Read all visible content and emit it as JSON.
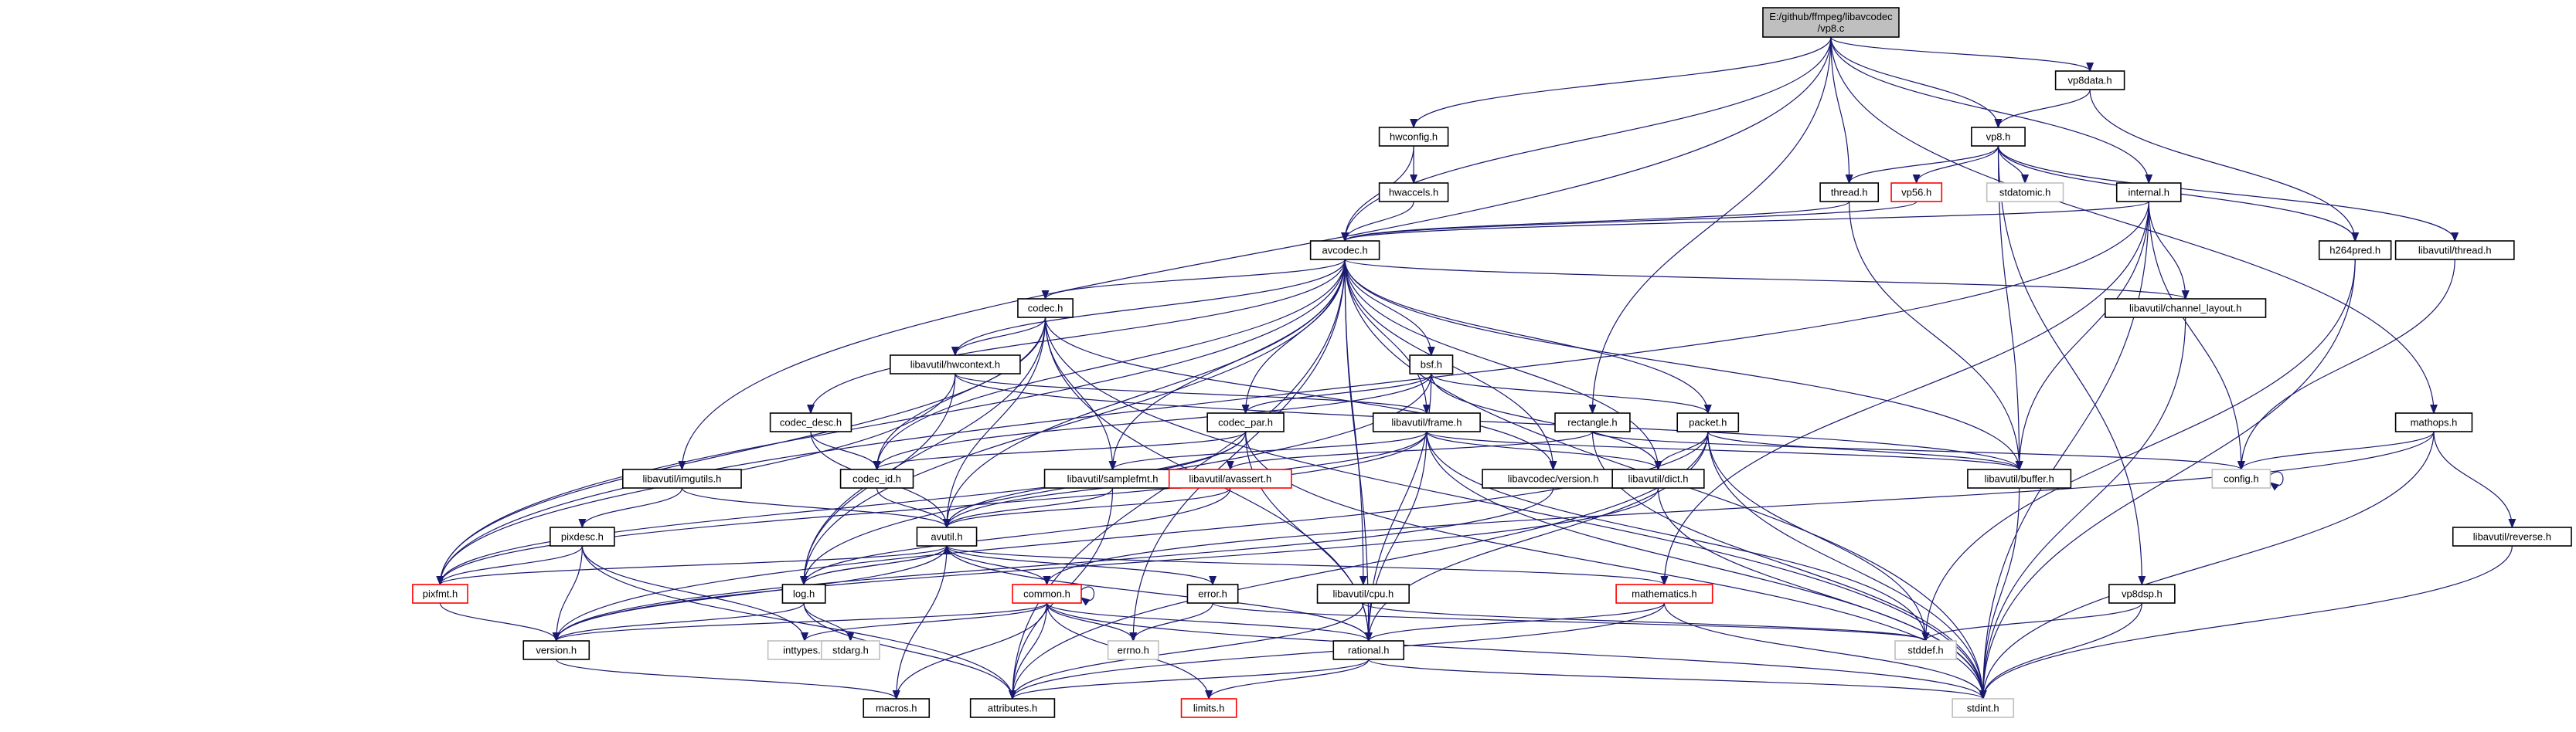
{
  "diagram": {
    "colors": {
      "edge": "#191970",
      "root_fill": "#bfbfbf",
      "node_fill": "#ffffff",
      "node_border": "#000000",
      "truncated_border": "#ff0000",
      "system_border": "#bfbfbf",
      "system_text": "#7f7f7f"
    },
    "nodes": [
      {
        "id": "vp8c",
        "lines": [
          "E:/github/ffmpeg/libavcodec",
          "/vp8.c"
        ],
        "kind": "root"
      },
      {
        "id": "vp8data",
        "lines": [
          "vp8data.h"
        ],
        "kind": "normal"
      },
      {
        "id": "hwconfig",
        "lines": [
          "hwconfig.h"
        ],
        "kind": "normal"
      },
      {
        "id": "vp8h",
        "lines": [
          "vp8.h"
        ],
        "kind": "normal"
      },
      {
        "id": "hwaccels",
        "lines": [
          "hwaccels.h"
        ],
        "kind": "normal"
      },
      {
        "id": "thread",
        "lines": [
          "thread.h"
        ],
        "kind": "normal"
      },
      {
        "id": "vp56",
        "lines": [
          "vp56.h"
        ],
        "kind": "truncated"
      },
      {
        "id": "stdatomic",
        "lines": [
          "stdatomic.h"
        ],
        "kind": "system"
      },
      {
        "id": "internal",
        "lines": [
          "internal.h"
        ],
        "kind": "normal"
      },
      {
        "id": "h264pred",
        "lines": [
          "h264pred.h"
        ],
        "kind": "normal"
      },
      {
        "id": "avthread",
        "lines": [
          "libavutil/thread.h"
        ],
        "kind": "normal"
      },
      {
        "id": "avcodec",
        "lines": [
          "avcodec.h"
        ],
        "kind": "normal"
      },
      {
        "id": "codec",
        "lines": [
          "codec.h"
        ],
        "kind": "normal"
      },
      {
        "id": "chlayout",
        "lines": [
          "libavutil/channel_layout.h"
        ],
        "kind": "normal"
      },
      {
        "id": "hwcontext",
        "lines": [
          "libavutil/hwcontext.h"
        ],
        "kind": "normal"
      },
      {
        "id": "bsf",
        "lines": [
          "bsf.h"
        ],
        "kind": "normal"
      },
      {
        "id": "codecdesc",
        "lines": [
          "codec_desc.h"
        ],
        "kind": "normal"
      },
      {
        "id": "codecpar",
        "lines": [
          "codec_par.h"
        ],
        "kind": "normal"
      },
      {
        "id": "avframe",
        "lines": [
          "libavutil/frame.h"
        ],
        "kind": "normal"
      },
      {
        "id": "rectangle",
        "lines": [
          "rectangle.h"
        ],
        "kind": "normal"
      },
      {
        "id": "packet",
        "lines": [
          "packet.h"
        ],
        "kind": "normal"
      },
      {
        "id": "mathops",
        "lines": [
          "mathops.h"
        ],
        "kind": "normal"
      },
      {
        "id": "avcversion",
        "lines": [
          "libavcodec/version.h"
        ],
        "kind": "normal"
      },
      {
        "id": "imgutils",
        "lines": [
          "libavutil/imgutils.h"
        ],
        "kind": "normal"
      },
      {
        "id": "codecid",
        "lines": [
          "codec_id.h"
        ],
        "kind": "normal"
      },
      {
        "id": "samplefmt",
        "lines": [
          "libavutil/samplefmt.h"
        ],
        "kind": "normal"
      },
      {
        "id": "avassert",
        "lines": [
          "libavutil/avassert.h"
        ],
        "kind": "truncated"
      },
      {
        "id": "dict",
        "lines": [
          "libavutil/dict.h"
        ],
        "kind": "normal"
      },
      {
        "id": "buffer",
        "lines": [
          "libavutil/buffer.h"
        ],
        "kind": "normal"
      },
      {
        "id": "config",
        "lines": [
          "config.h"
        ],
        "kind": "system"
      },
      {
        "id": "pixdesc",
        "lines": [
          "pixdesc.h"
        ],
        "kind": "normal"
      },
      {
        "id": "avutil",
        "lines": [
          "avutil.h"
        ],
        "kind": "normal"
      },
      {
        "id": "reverse",
        "lines": [
          "libavutil/reverse.h"
        ],
        "kind": "normal"
      },
      {
        "id": "pixfmt",
        "lines": [
          "pixfmt.h"
        ],
        "kind": "truncated"
      },
      {
        "id": "logh",
        "lines": [
          "log.h"
        ],
        "kind": "normal"
      },
      {
        "id": "common",
        "lines": [
          "common.h"
        ],
        "kind": "truncated"
      },
      {
        "id": "error",
        "lines": [
          "error.h"
        ],
        "kind": "normal"
      },
      {
        "id": "cpu",
        "lines": [
          "libavutil/cpu.h"
        ],
        "kind": "normal"
      },
      {
        "id": "mathematics",
        "lines": [
          "mathematics.h"
        ],
        "kind": "truncated"
      },
      {
        "id": "vp8dsp",
        "lines": [
          "vp8dsp.h"
        ],
        "kind": "normal"
      },
      {
        "id": "version",
        "lines": [
          "version.h"
        ],
        "kind": "normal"
      },
      {
        "id": "inttypes",
        "lines": [
          "inttypes.h"
        ],
        "kind": "system"
      },
      {
        "id": "stdarg",
        "lines": [
          "stdarg.h"
        ],
        "kind": "system"
      },
      {
        "id": "errno",
        "lines": [
          "errno.h"
        ],
        "kind": "system"
      },
      {
        "id": "rational",
        "lines": [
          "rational.h"
        ],
        "kind": "normal"
      },
      {
        "id": "stddef",
        "lines": [
          "stddef.h"
        ],
        "kind": "system"
      },
      {
        "id": "macros",
        "lines": [
          "macros.h"
        ],
        "kind": "normal"
      },
      {
        "id": "attributes",
        "lines": [
          "attributes.h"
        ],
        "kind": "normal"
      },
      {
        "id": "limits",
        "lines": [
          "limits.h"
        ],
        "kind": "truncated"
      },
      {
        "id": "stdint",
        "lines": [
          "stdint.h"
        ],
        "kind": "system"
      }
    ],
    "edges": [
      [
        "vp8c",
        "vp8data"
      ],
      [
        "vp8c",
        "hwconfig"
      ],
      [
        "vp8c",
        "vp8h"
      ],
      [
        "vp8c",
        "thread"
      ],
      [
        "vp8c",
        "internal"
      ],
      [
        "vp8c",
        "avcodec"
      ],
      [
        "vp8c",
        "imgutils"
      ],
      [
        "vp8c",
        "rectangle"
      ],
      [
        "vp8c",
        "mathops"
      ],
      [
        "vp8data",
        "vp8h"
      ],
      [
        "vp8data",
        "h264pred"
      ],
      [
        "hwconfig",
        "hwaccels"
      ],
      [
        "hwconfig",
        "avcodec"
      ],
      [
        "hwaccels",
        "avcodec"
      ],
      [
        "vp8h",
        "thread"
      ],
      [
        "vp8h",
        "vp56"
      ],
      [
        "vp8h",
        "stdatomic"
      ],
      [
        "vp8h",
        "h264pred"
      ],
      [
        "vp8h",
        "avthread"
      ],
      [
        "vp8h",
        "buffer"
      ],
      [
        "vp8h",
        "vp8dsp"
      ],
      [
        "thread",
        "avcodec"
      ],
      [
        "thread",
        "buffer"
      ],
      [
        "vp56",
        "avcodec"
      ],
      [
        "internal",
        "avcodec"
      ],
      [
        "internal",
        "chlayout"
      ],
      [
        "internal",
        "buffer"
      ],
      [
        "internal",
        "config"
      ],
      [
        "internal",
        "stdint"
      ],
      [
        "internal",
        "mathematics"
      ],
      [
        "internal",
        "pixfmt"
      ],
      [
        "h264pred",
        "stddef"
      ],
      [
        "h264pred",
        "stdint"
      ],
      [
        "avthread",
        "config"
      ],
      [
        "avcodec",
        "codec"
      ],
      [
        "avcodec",
        "chlayout"
      ],
      [
        "avcodec",
        "hwcontext"
      ],
      [
        "avcodec",
        "bsf"
      ],
      [
        "avcodec",
        "codecdesc"
      ],
      [
        "avcodec",
        "codecpar"
      ],
      [
        "avcodec",
        "avframe"
      ],
      [
        "avcodec",
        "packet"
      ],
      [
        "avcodec",
        "avcversion"
      ],
      [
        "avcodec",
        "codecid"
      ],
      [
        "avcodec",
        "samplefmt"
      ],
      [
        "avcodec",
        "dict"
      ],
      [
        "avcodec",
        "buffer"
      ],
      [
        "avcodec",
        "avutil"
      ],
      [
        "avcodec",
        "cpu"
      ],
      [
        "avcodec",
        "pixfmt"
      ],
      [
        "avcodec",
        "logh"
      ],
      [
        "avcodec",
        "rational"
      ],
      [
        "avcodec",
        "attributes"
      ],
      [
        "avcodec",
        "errno"
      ],
      [
        "avcodec",
        "stdint"
      ],
      [
        "codec",
        "hwcontext"
      ],
      [
        "codec",
        "avcversion"
      ],
      [
        "codec",
        "codecid"
      ],
      [
        "codec",
        "samplefmt"
      ],
      [
        "codec",
        "avutil"
      ],
      [
        "codec",
        "pixfmt"
      ],
      [
        "codec",
        "logh"
      ],
      [
        "codec",
        "rational"
      ],
      [
        "codec",
        "stdint"
      ],
      [
        "chlayout",
        "stdint"
      ],
      [
        "hwcontext",
        "avframe"
      ],
      [
        "hwcontext",
        "buffer"
      ],
      [
        "hwcontext",
        "pixfmt"
      ],
      [
        "hwcontext",
        "logh"
      ],
      [
        "bsf",
        "codecpar"
      ],
      [
        "bsf",
        "packet"
      ],
      [
        "bsf",
        "codecid"
      ],
      [
        "bsf",
        "dict"
      ],
      [
        "bsf",
        "logh"
      ],
      [
        "bsf",
        "rational"
      ],
      [
        "codecdesc",
        "codecid"
      ],
      [
        "codecdesc",
        "avutil"
      ],
      [
        "codecpar",
        "codecid"
      ],
      [
        "codecpar",
        "avutil"
      ],
      [
        "codecpar",
        "pixfmt"
      ],
      [
        "codecpar",
        "rational"
      ],
      [
        "codecpar",
        "stdint"
      ],
      [
        "avframe",
        "samplefmt"
      ],
      [
        "avframe",
        "dict"
      ],
      [
        "avframe",
        "buffer"
      ],
      [
        "avframe",
        "avutil"
      ],
      [
        "avframe",
        "pixfmt"
      ],
      [
        "avframe",
        "rational"
      ],
      [
        "avframe",
        "stddef"
      ],
      [
        "avframe",
        "stdint"
      ],
      [
        "rectangle",
        "config"
      ],
      [
        "rectangle",
        "avassert"
      ],
      [
        "rectangle",
        "stdint"
      ],
      [
        "packet",
        "dict"
      ],
      [
        "packet",
        "buffer"
      ],
      [
        "packet",
        "attributes"
      ],
      [
        "packet",
        "rational"
      ],
      [
        "packet",
        "version"
      ],
      [
        "packet",
        "stddef"
      ],
      [
        "packet",
        "stdint"
      ],
      [
        "mathops",
        "config"
      ],
      [
        "mathops",
        "reverse"
      ],
      [
        "mathops",
        "stdint"
      ],
      [
        "mathops",
        "common"
      ],
      [
        "avcversion",
        "version"
      ],
      [
        "imgutils",
        "avutil"
      ],
      [
        "imgutils",
        "pixdesc"
      ],
      [
        "codecid",
        "avutil"
      ],
      [
        "samplefmt",
        "avutil"
      ],
      [
        "samplefmt",
        "attributes"
      ],
      [
        "avassert",
        "avutil"
      ],
      [
        "avassert",
        "logh"
      ],
      [
        "dict",
        "stdint"
      ],
      [
        "dict",
        "version"
      ],
      [
        "buffer",
        "stdint"
      ],
      [
        "config",
        "config"
      ],
      [
        "pixdesc",
        "pixfmt"
      ],
      [
        "pixdesc",
        "version"
      ],
      [
        "pixdesc",
        "attributes"
      ],
      [
        "pixdesc",
        "inttypes"
      ],
      [
        "avutil",
        "pixfmt"
      ],
      [
        "avutil",
        "logh"
      ],
      [
        "avutil",
        "common"
      ],
      [
        "avutil",
        "error"
      ],
      [
        "avutil",
        "mathematics"
      ],
      [
        "avutil",
        "rational"
      ],
      [
        "avutil",
        "version"
      ],
      [
        "avutil",
        "macros"
      ],
      [
        "reverse",
        "stdint"
      ],
      [
        "pixfmt",
        "version"
      ],
      [
        "logh",
        "avutil"
      ],
      [
        "logh",
        "version"
      ],
      [
        "logh",
        "stdarg"
      ],
      [
        "logh",
        "attributes"
      ],
      [
        "common",
        "common"
      ],
      [
        "common",
        "version"
      ],
      [
        "common",
        "attributes"
      ],
      [
        "common",
        "macros"
      ],
      [
        "common",
        "inttypes"
      ],
      [
        "common",
        "errno"
      ],
      [
        "common",
        "limits"
      ],
      [
        "common",
        "stdint"
      ],
      [
        "common",
        "rational"
      ],
      [
        "error",
        "errno"
      ],
      [
        "error",
        "stddef"
      ],
      [
        "cpu",
        "stddef"
      ],
      [
        "cpu",
        "attributes"
      ],
      [
        "mathematics",
        "rational"
      ],
      [
        "mathematics",
        "attributes"
      ],
      [
        "mathematics",
        "stdint"
      ],
      [
        "vp8dsp",
        "stddef"
      ],
      [
        "vp8dsp",
        "stdint"
      ],
      [
        "version",
        "macros"
      ],
      [
        "rational",
        "attributes"
      ],
      [
        "rational",
        "limits"
      ],
      [
        "rational",
        "stdint"
      ]
    ]
  }
}
